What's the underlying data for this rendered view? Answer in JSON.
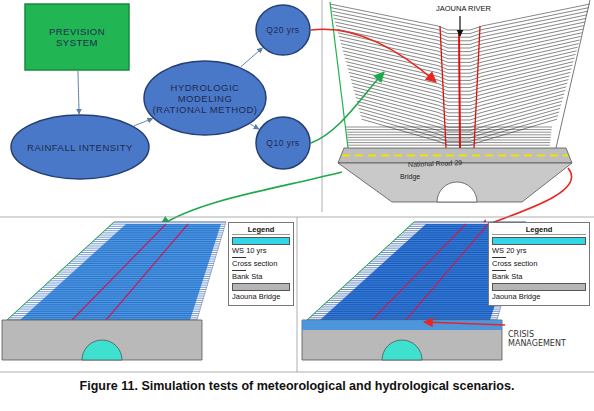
{
  "diagram": {
    "caption": "Figure 11. Simulation tests of meteorological and hydrological scenarios.",
    "nodes": [
      {
        "text": [
          "PREVISION SYSTEM"
        ]
      },
      {
        "text": [
          "RAINFALL INTENSITY"
        ]
      },
      {
        "text": [
          "HYDROLOGIC MODELING (RATIONAL METHOD)"
        ]
      },
      {
        "text": [
          "Q20 yrs"
        ]
      },
      {
        "text": [
          "Q10 yrs"
        ]
      }
    ],
    "edges": [
      {
        "from": 0,
        "to": 1,
        "arrow": "to"
      },
      {
        "from": 1,
        "to": 2,
        "arrow": "to"
      },
      {
        "from": 2,
        "to": 3,
        "arrow": "to"
      },
      {
        "from": 2,
        "to": 4,
        "arrow": "to"
      }
    ],
    "labels": [
      "JAOUNA RIVER",
      "National Road 29",
      "Bridge",
      "Legend",
      "Legend",
      "CRISIS MANAGEMENT"
    ],
    "legend": [
      {
        "text": "WS 10 yrs",
        "color": "#33d6e6"
      },
      {
        "text": "Cross section"
      },
      {
        "text": "Bank Sta"
      },
      {
        "text": "Jaouna Bridge",
        "color": "#b5b5b5"
      },
      {
        "text": "WS 20 yrs",
        "color": "#33d6e6"
      },
      {
        "text": "Cross section"
      },
      {
        "text": "Bank Sta"
      },
      {
        "text": "Jaouna Bridge",
        "color": "#b5b5b5"
      }
    ]
  }
}
